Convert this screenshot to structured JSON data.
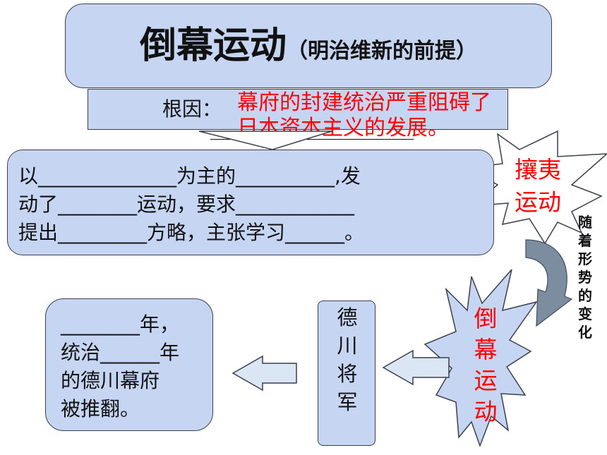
{
  "title": {
    "main": "倒幕运动",
    "sub": "（明治维新的前提）"
  },
  "root_cause": {
    "label": "根因：",
    "text": "幕府的封建统治严重阻碍了日本资本主义的发展。"
  },
  "fill_in": {
    "line1": "以______________为主的__________,发",
    "line2": "动了________运动，要求____________",
    "line3": "提出_________方略，主张学习______。"
  },
  "burst_joui": "攘夷运动",
  "trend_label": "随着形势的变化",
  "burst_tobaku": "倒幕运动",
  "shogun": "德川将军",
  "result": {
    "line1": "________年，",
    "line2": "统治______年",
    "line3": "的德川幕府",
    "line4": "被推翻。"
  },
  "colors": {
    "box_fill": "#c6d5f2",
    "box_stroke": "#3a3f4a",
    "accent_red": "#ff0000",
    "arrow_fill": "#dbe6f5"
  }
}
